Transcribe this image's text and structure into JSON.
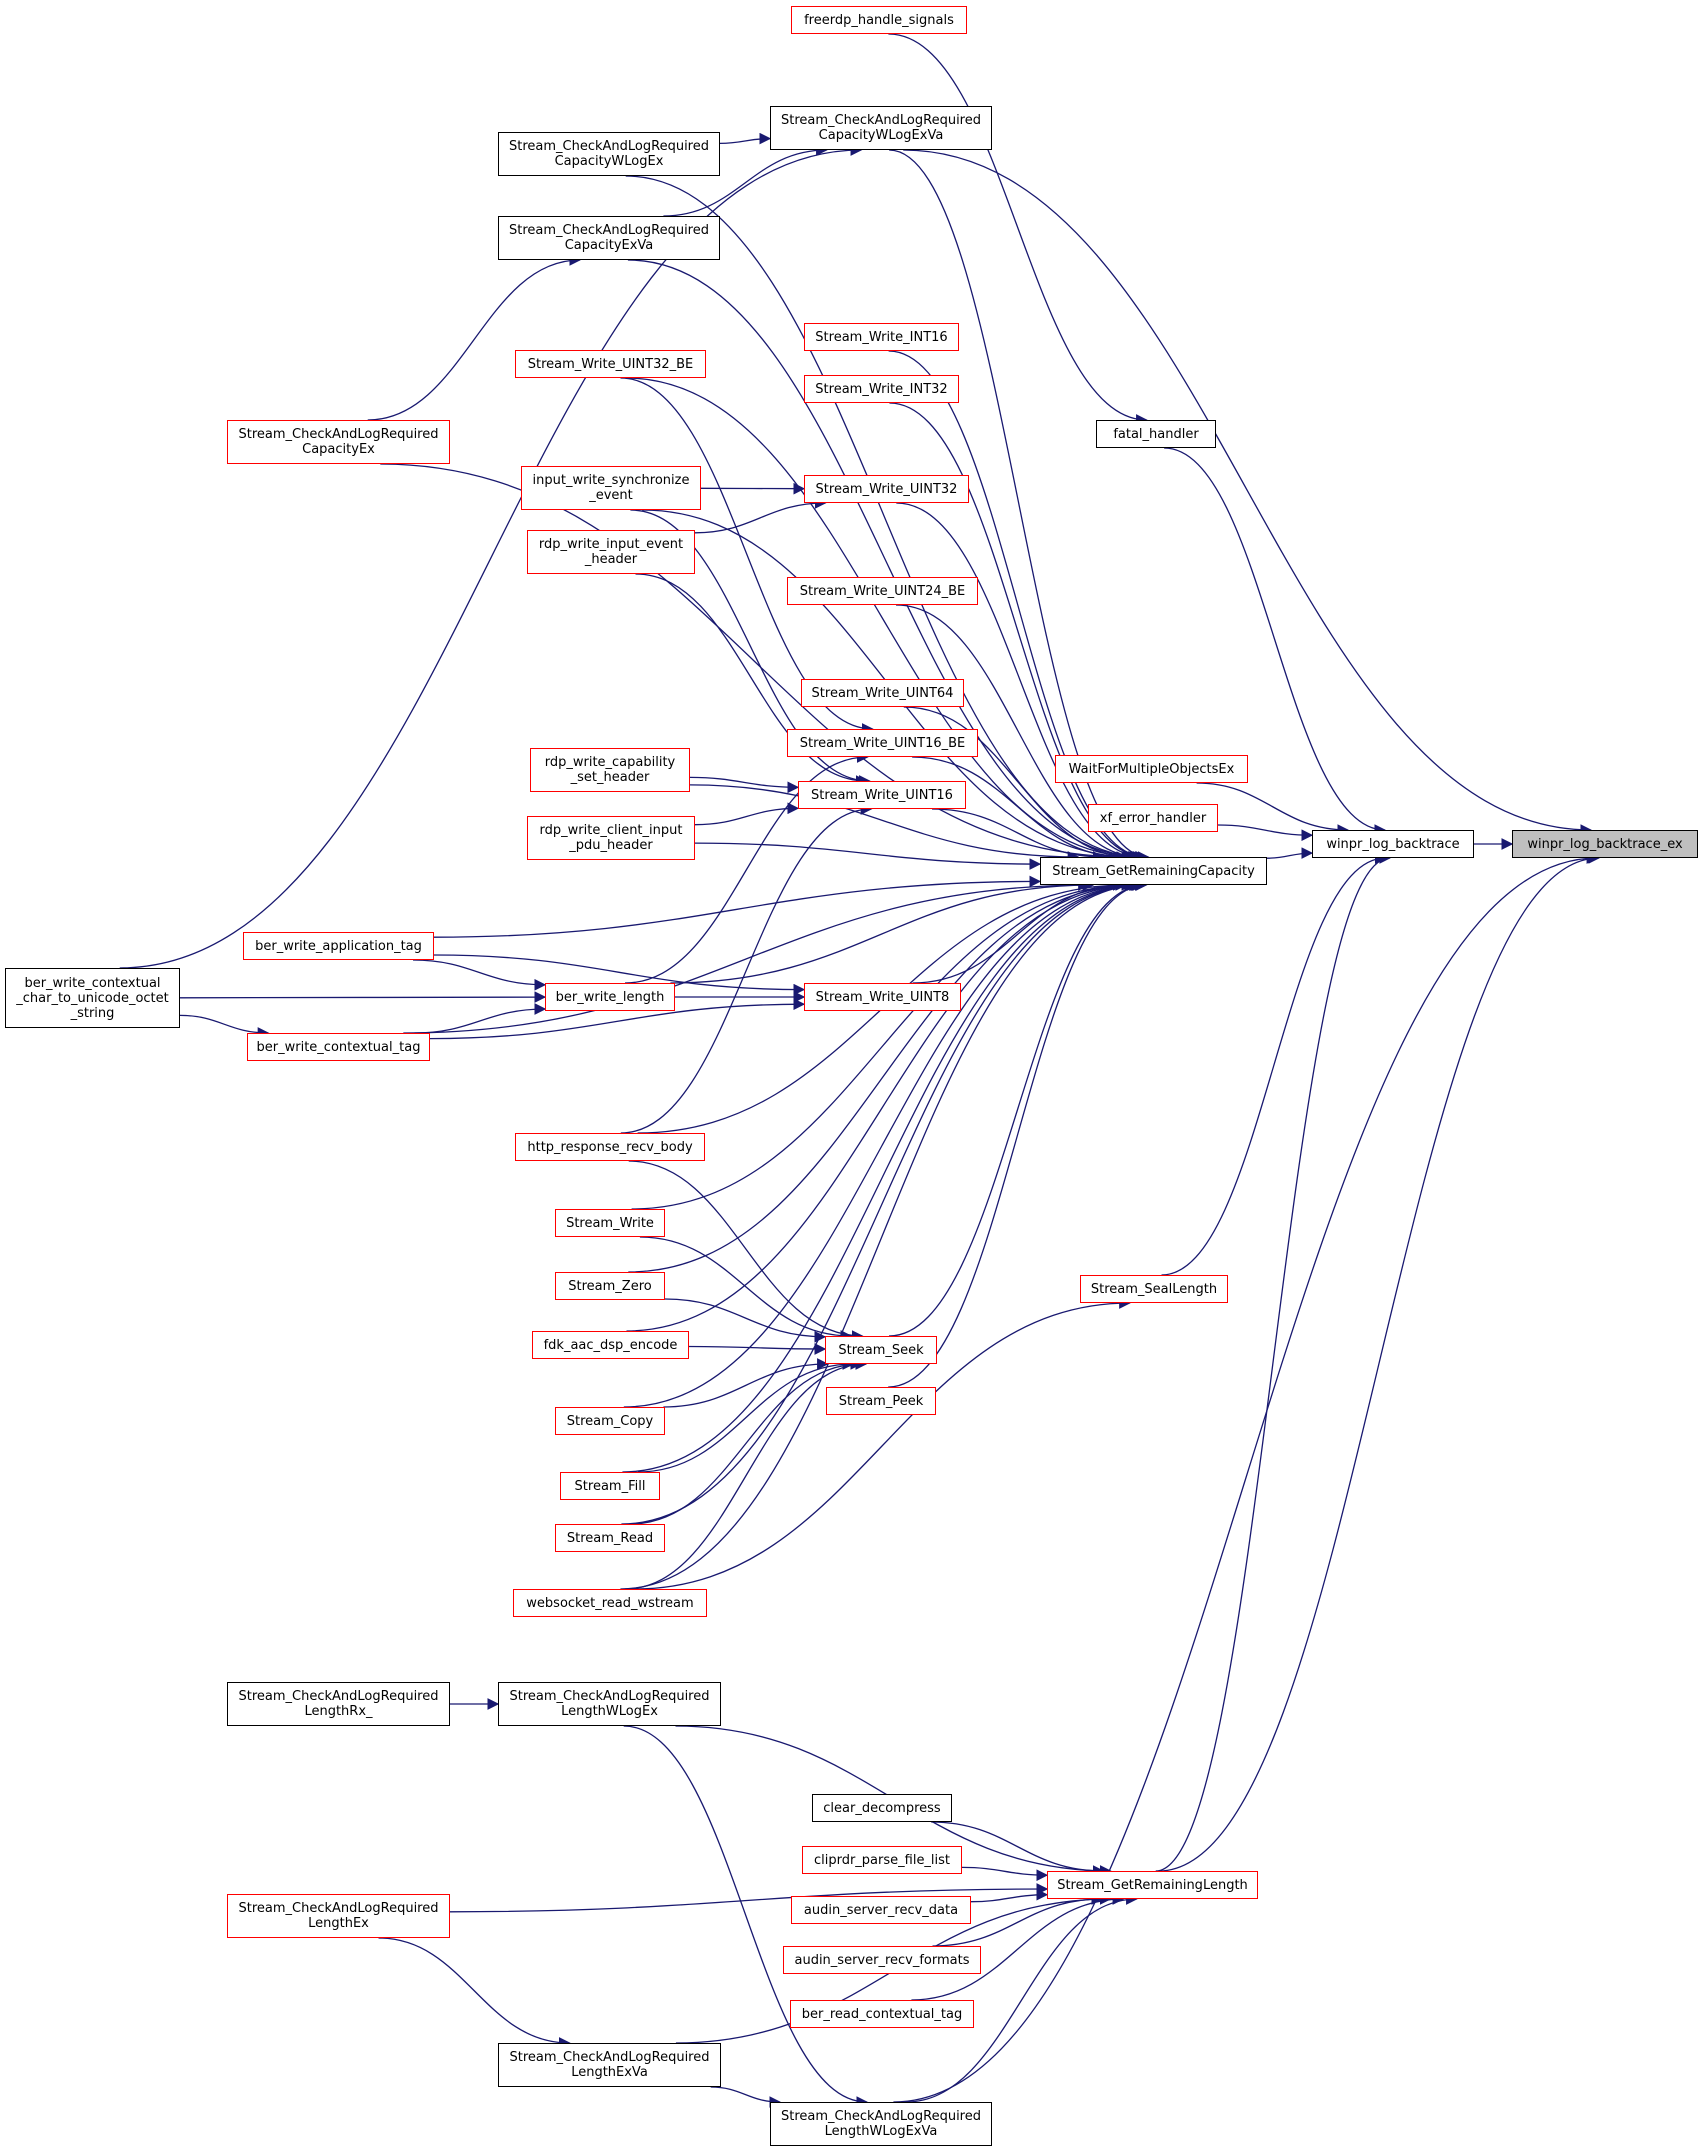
{
  "colors": {
    "edge": "#191970",
    "link_border": "#ff0000",
    "plain_border": "#000000",
    "focus_fill": "#bfbfbf"
  },
  "nodes": [
    {
      "id": "n_focus",
      "label": "winpr_log_backtrace_ex",
      "style": "gray"
    },
    {
      "id": "n_wlb",
      "label": "winpr_log_backtrace",
      "style": "black"
    },
    {
      "id": "n_fdhs",
      "label": "freerdp_handle_signals",
      "style": "red"
    },
    {
      "id": "n_fh",
      "label": "fatal_handler",
      "style": "black"
    },
    {
      "id": "n_wfmo",
      "label": "WaitForMultipleObjectsEx",
      "style": "red"
    },
    {
      "id": "n_xeh",
      "label": "xf_error_handler",
      "style": "red"
    },
    {
      "id": "n_sgrc",
      "label": "Stream_GetRemainingCapacity",
      "style": "black"
    },
    {
      "id": "n_ssl",
      "label": "Stream_SealLength",
      "style": "red"
    },
    {
      "id": "n_sgrl",
      "label": "Stream_GetRemainingLength",
      "style": "red"
    },
    {
      "id": "n_ccwlev",
      "label": "Stream_CheckAndLogRequired\nCapacityWLogExVa",
      "style": "black"
    },
    {
      "id": "n_ccwle",
      "label": "Stream_CheckAndLogRequired\nCapacityWLogEx",
      "style": "black"
    },
    {
      "id": "n_ccev",
      "label": "Stream_CheckAndLogRequired\nCapacityExVa",
      "style": "black"
    },
    {
      "id": "n_cce",
      "label": "Stream_CheckAndLogRequired\nCapacityEx",
      "style": "red"
    },
    {
      "id": "n_swi16",
      "label": "Stream_Write_INT16",
      "style": "red"
    },
    {
      "id": "n_swi32",
      "label": "Stream_Write_INT32",
      "style": "red"
    },
    {
      "id": "n_swu32be",
      "label": "Stream_Write_UINT32_BE",
      "style": "red"
    },
    {
      "id": "n_swu32",
      "label": "Stream_Write_UINT32",
      "style": "red"
    },
    {
      "id": "n_iwse",
      "label": "input_write_synchronize\n_event",
      "style": "red"
    },
    {
      "id": "n_rwieh",
      "label": "rdp_write_input_event\n_header",
      "style": "red"
    },
    {
      "id": "n_swu24be",
      "label": "Stream_Write_UINT24_BE",
      "style": "red"
    },
    {
      "id": "n_swu64",
      "label": "Stream_Write_UINT64",
      "style": "red"
    },
    {
      "id": "n_swu16be",
      "label": "Stream_Write_UINT16_BE",
      "style": "red"
    },
    {
      "id": "n_swu16",
      "label": "Stream_Write_UINT16",
      "style": "red"
    },
    {
      "id": "n_rwcsh",
      "label": "rdp_write_capability\n_set_header",
      "style": "red"
    },
    {
      "id": "n_rwcip",
      "label": "rdp_write_client_input\n_pdu_header",
      "style": "red"
    },
    {
      "id": "n_bwat",
      "label": "ber_write_application_tag",
      "style": "red"
    },
    {
      "id": "n_bwl",
      "label": "ber_write_length",
      "style": "red"
    },
    {
      "id": "n_swu8",
      "label": "Stream_Write_UINT8",
      "style": "red"
    },
    {
      "id": "n_bwct",
      "label": "ber_write_contextual_tag",
      "style": "red"
    },
    {
      "id": "n_bwcc",
      "label": "ber_write_contextual\n_char_to_unicode_octet\n_string",
      "style": "black"
    },
    {
      "id": "n_hrrb",
      "label": "http_response_recv_body",
      "style": "red"
    },
    {
      "id": "n_sw",
      "label": "Stream_Write",
      "style": "red"
    },
    {
      "id": "n_sz",
      "label": "Stream_Zero",
      "style": "red"
    },
    {
      "id": "n_fdk",
      "label": "fdk_aac_dsp_encode",
      "style": "red"
    },
    {
      "id": "n_sseek",
      "label": "Stream_Seek",
      "style": "red"
    },
    {
      "id": "n_speek",
      "label": "Stream_Peek",
      "style": "red"
    },
    {
      "id": "n_scopy",
      "label": "Stream_Copy",
      "style": "red"
    },
    {
      "id": "n_sfill",
      "label": "Stream_Fill",
      "style": "red"
    },
    {
      "id": "n_sread",
      "label": "Stream_Read",
      "style": "red"
    },
    {
      "id": "n_wsrw",
      "label": "websocket_read_wstream",
      "style": "red"
    },
    {
      "id": "n_clrx",
      "label": "Stream_CheckAndLogRequired\nLengthRx_",
      "style": "black"
    },
    {
      "id": "n_clwle",
      "label": "Stream_CheckAndLogRequired\nLengthWLogEx",
      "style": "black"
    },
    {
      "id": "n_cd",
      "label": "clear_decompress",
      "style": "black"
    },
    {
      "id": "n_cpfl",
      "label": "cliprdr_parse_file_list",
      "style": "red"
    },
    {
      "id": "n_asrd",
      "label": "audin_server_recv_data",
      "style": "red"
    },
    {
      "id": "n_asrf",
      "label": "audin_server_recv_formats",
      "style": "red"
    },
    {
      "id": "n_brct",
      "label": "ber_read_contextual_tag",
      "style": "red"
    },
    {
      "id": "n_cle",
      "label": "Stream_CheckAndLogRequired\nLengthEx",
      "style": "red"
    },
    {
      "id": "n_clev",
      "label": "Stream_CheckAndLogRequired\nLengthExVa",
      "style": "black"
    },
    {
      "id": "n_clwlev",
      "label": "Stream_CheckAndLogRequired\nLengthWLogExVa",
      "style": "black"
    }
  ],
  "edges": [
    [
      "n_wlb",
      "n_focus"
    ],
    [
      "n_ccwlev",
      "n_focus"
    ],
    [
      "n_sgrl",
      "n_focus"
    ],
    [
      "n_clwlev",
      "n_focus"
    ],
    [
      "n_fh",
      "n_wlb"
    ],
    [
      "n_wfmo",
      "n_wlb"
    ],
    [
      "n_xeh",
      "n_wlb"
    ],
    [
      "n_sgrc",
      "n_wlb"
    ],
    [
      "n_ssl",
      "n_wlb"
    ],
    [
      "n_sgrl",
      "n_wlb"
    ],
    [
      "n_fdhs",
      "n_fh"
    ],
    [
      "n_ccwle",
      "n_ccwlev"
    ],
    [
      "n_ccev",
      "n_ccwlev"
    ],
    [
      "n_cce",
      "n_ccev"
    ],
    [
      "n_bwcc",
      "n_ccwlev"
    ],
    [
      "n_ccwlev",
      "n_sgrc"
    ],
    [
      "n_ccwle",
      "n_sgrc"
    ],
    [
      "n_ccev",
      "n_sgrc"
    ],
    [
      "n_cce",
      "n_sgrc"
    ],
    [
      "n_swi16",
      "n_sgrc"
    ],
    [
      "n_swi32",
      "n_sgrc"
    ],
    [
      "n_swu32be",
      "n_sgrc"
    ],
    [
      "n_swu32",
      "n_sgrc"
    ],
    [
      "n_iwse",
      "n_sgrc"
    ],
    [
      "n_swu24be",
      "n_sgrc"
    ],
    [
      "n_swu64",
      "n_sgrc"
    ],
    [
      "n_swu16be",
      "n_sgrc"
    ],
    [
      "n_swu16",
      "n_sgrc"
    ],
    [
      "n_rwcsh",
      "n_sgrc"
    ],
    [
      "n_rwcip",
      "n_sgrc"
    ],
    [
      "n_bwat",
      "n_sgrc"
    ],
    [
      "n_swu8",
      "n_sgrc"
    ],
    [
      "n_bwl",
      "n_sgrc"
    ],
    [
      "n_bwct",
      "n_sgrc"
    ],
    [
      "n_hrrb",
      "n_sgrc"
    ],
    [
      "n_sw",
      "n_sgrc"
    ],
    [
      "n_sz",
      "n_sgrc"
    ],
    [
      "n_fdk",
      "n_sgrc"
    ],
    [
      "n_sseek",
      "n_sgrc"
    ],
    [
      "n_speek",
      "n_sgrc"
    ],
    [
      "n_scopy",
      "n_sgrc"
    ],
    [
      "n_sfill",
      "n_sgrc"
    ],
    [
      "n_sread",
      "n_sgrc"
    ],
    [
      "n_wsrw",
      "n_sgrc"
    ],
    [
      "n_iwse",
      "n_swu32"
    ],
    [
      "n_rwieh",
      "n_swu32"
    ],
    [
      "n_swu32be",
      "n_swu16be"
    ],
    [
      "n_rwieh",
      "n_swu16"
    ],
    [
      "n_rwcsh",
      "n_swu16"
    ],
    [
      "n_rwcip",
      "n_swu16"
    ],
    [
      "n_bwl",
      "n_swu16be"
    ],
    [
      "n_hrrb",
      "n_swu16"
    ],
    [
      "n_iwse",
      "n_swu16"
    ],
    [
      "n_bwat",
      "n_swu8"
    ],
    [
      "n_bwl",
      "n_swu8"
    ],
    [
      "n_bwct",
      "n_swu8"
    ],
    [
      "n_bwat",
      "n_bwl"
    ],
    [
      "n_bwcc",
      "n_bwl"
    ],
    [
      "n_bwct",
      "n_bwl"
    ],
    [
      "n_bwcc",
      "n_bwct"
    ],
    [
      "n_hrrb",
      "n_sseek"
    ],
    [
      "n_sw",
      "n_sseek"
    ],
    [
      "n_sz",
      "n_sseek"
    ],
    [
      "n_fdk",
      "n_sseek"
    ],
    [
      "n_scopy",
      "n_sseek"
    ],
    [
      "n_sfill",
      "n_sseek"
    ],
    [
      "n_sread",
      "n_sseek"
    ],
    [
      "n_wsrw",
      "n_sseek"
    ],
    [
      "n_wsrw",
      "n_ssl"
    ],
    [
      "n_clrx",
      "n_clwle"
    ],
    [
      "n_clwle",
      "n_sgrl"
    ],
    [
      "n_cle",
      "n_sgrl"
    ],
    [
      "n_cd",
      "n_sgrl"
    ],
    [
      "n_cpfl",
      "n_sgrl"
    ],
    [
      "n_asrd",
      "n_sgrl"
    ],
    [
      "n_asrf",
      "n_sgrl"
    ],
    [
      "n_brct",
      "n_sgrl"
    ],
    [
      "n_clev",
      "n_sgrl"
    ],
    [
      "n_clwlev",
      "n_sgrl"
    ],
    [
      "n_cle",
      "n_clev"
    ],
    [
      "n_clev",
      "n_clwlev"
    ],
    [
      "n_clwle",
      "n_clwlev"
    ]
  ]
}
